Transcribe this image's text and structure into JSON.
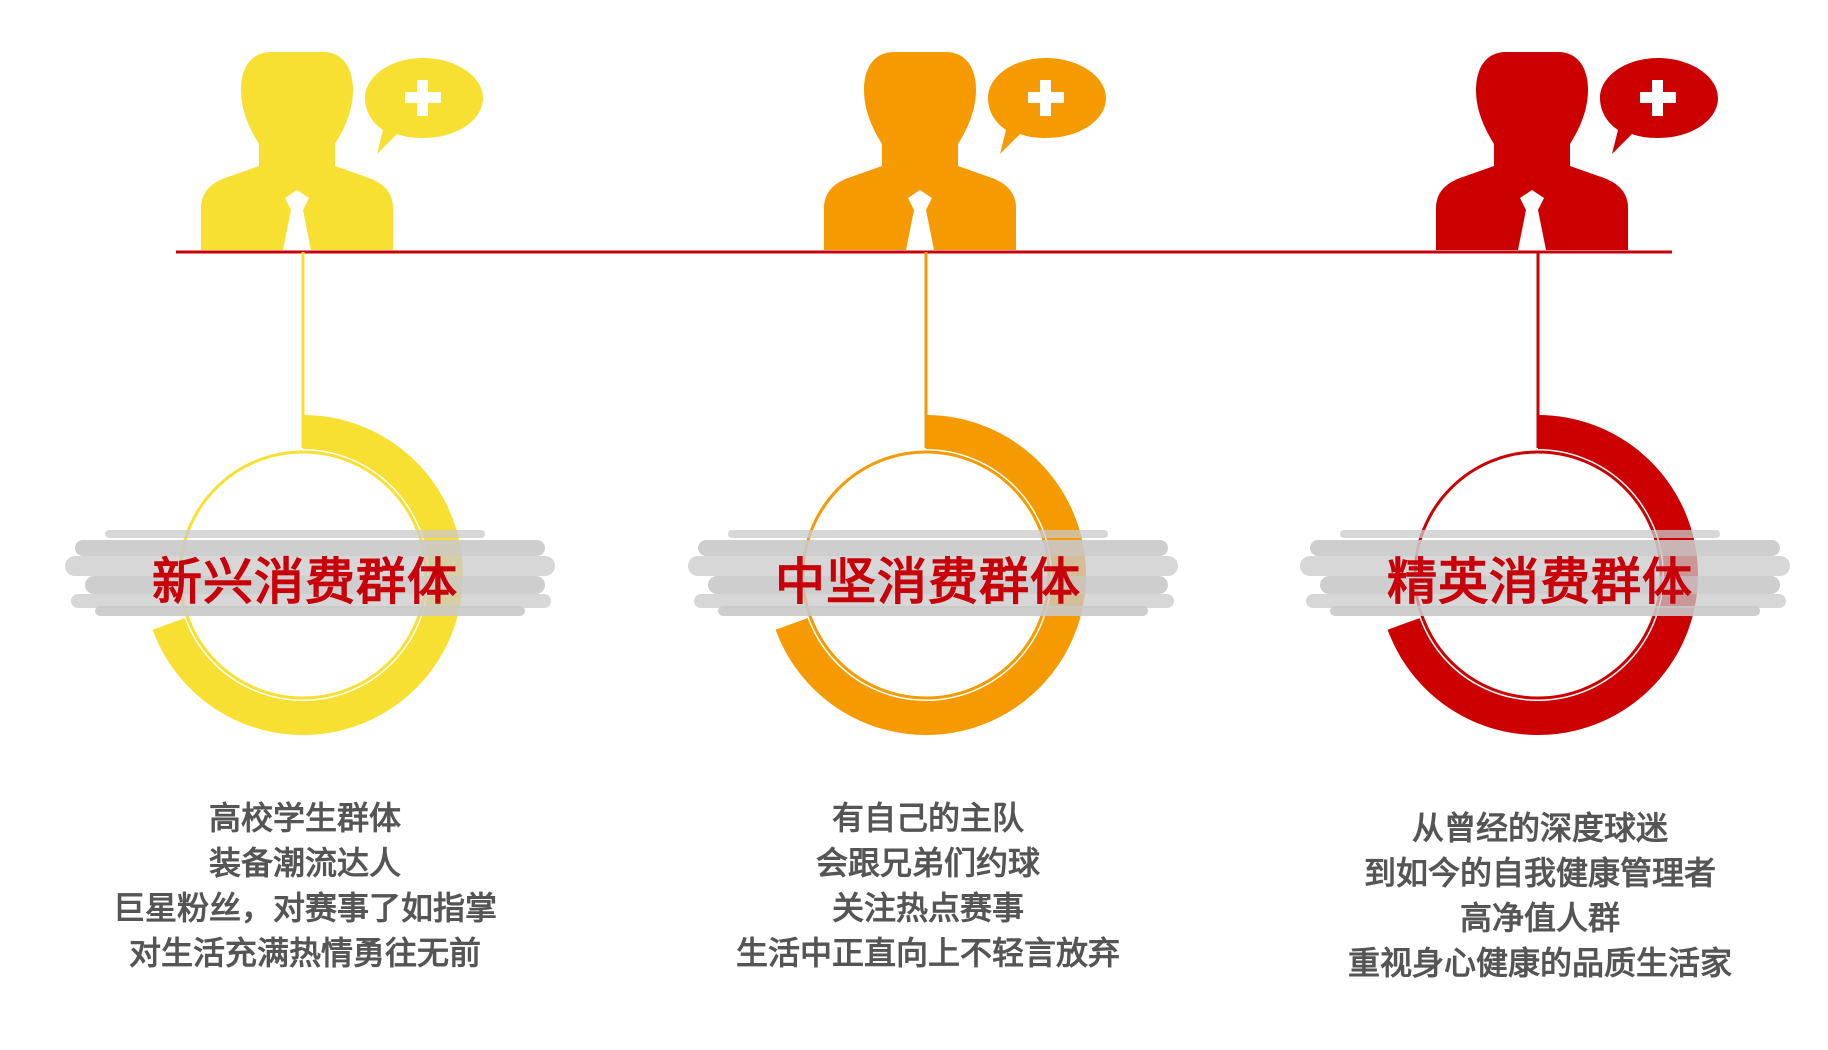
{
  "groups": [
    {
      "title": "新兴消费群体",
      "color": "#f7e032",
      "lines": [
        "高校学生群体",
        "装备潮流达人",
        "巨星粉丝，对赛事了如指掌",
        "对生活充满热情勇往无前"
      ]
    },
    {
      "title": "中坚消费群体",
      "color": "#f59a00",
      "lines": [
        "有自己的主队",
        "会跟兄弟们约球",
        "关注热点赛事",
        "生活中正直向上不轻言放弃"
      ]
    },
    {
      "title": "精英消费群体",
      "color": "#cc0000",
      "lines": [
        "从曾经的深度球迷",
        "到如今的自我健康管理者",
        "高净值人群",
        "重视身心健康的品质生活家"
      ]
    }
  ],
  "colors": {
    "baseline": "#c8000a",
    "title_text": "#c8000a",
    "body_text": "#555555",
    "brush": "#c9c9c9"
  },
  "icons": {
    "person": "person-silhouette-icon",
    "bubble": "plus-speech-bubble-icon"
  }
}
